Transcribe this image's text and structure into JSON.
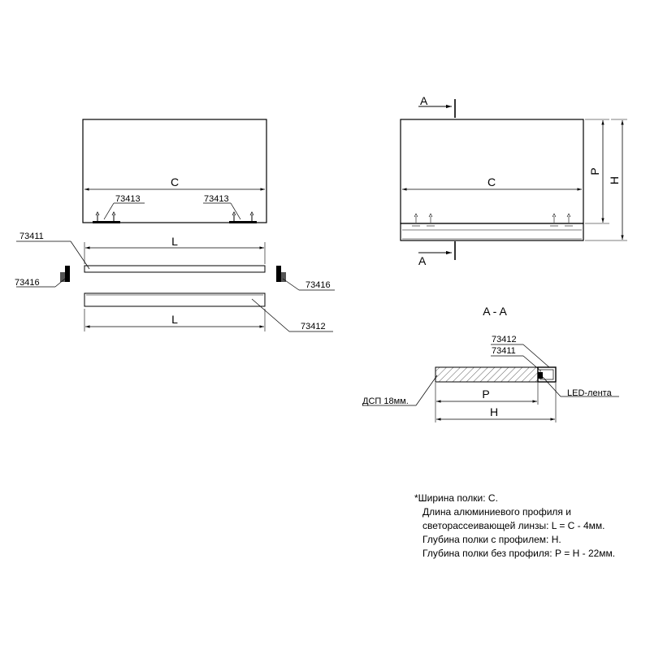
{
  "labels": {
    "dim_c_front": "C",
    "dim_c_right": "C",
    "dim_l_top": "L",
    "dim_l_bottom": "L",
    "dim_p": "P",
    "dim_h": "H",
    "dim_p_section": "P",
    "dim_h_section": "H",
    "section_mark": "A",
    "section_title": "A - A",
    "clip_left": "73413",
    "clip_right": "73413",
    "profile": "73411",
    "lens": "73412",
    "end_cap_left": "73416",
    "end_cap_right": "73416",
    "sec_lens": "73412",
    "sec_profile": "73411",
    "led": "LED-лента",
    "chipboard": "ДСП 18мм."
  },
  "notes": [
    "*Ширина полки: С.",
    "Длина алюминиевого профиля и",
    "светорассеивающей линзы: L = С - 4мм.",
    "Глубина полки с профилем: Н.",
    "Глубина полки без профиля: Р = Н - 22мм."
  ]
}
